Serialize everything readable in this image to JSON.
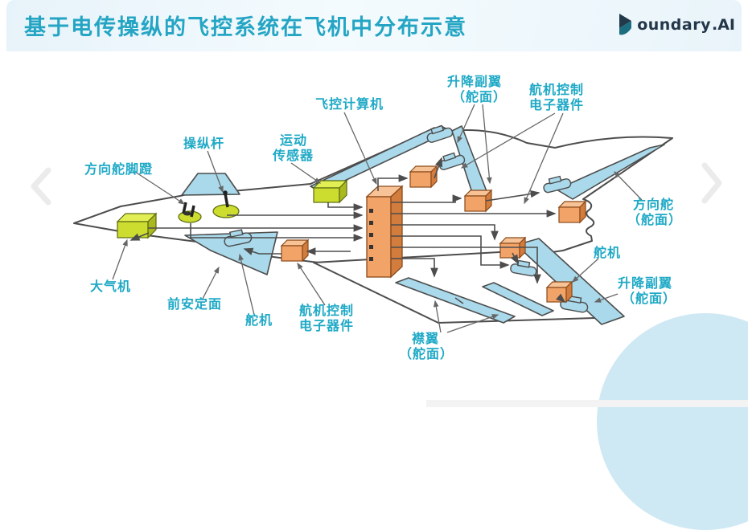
{
  "header": {
    "title": "基于电传操纵的飞控系统在飞机中分布示意",
    "logo": {
      "text": "oundary",
      "suffix": ".AI"
    }
  },
  "carousel": {
    "prev_icon": "chevron-left",
    "next_icon": "chevron-right"
  },
  "diagram": {
    "labels": {
      "pedals": "方向舵脚蹬",
      "stick": "操纵杆",
      "motion_line1": "运动",
      "motion_line2": "传感器",
      "fcc": "飞控计算机",
      "elevon_top_line1": "升降副翼",
      "elevon_top_line2": "（舵面）",
      "ace_top_line1": "航机控制",
      "ace_top_line2": "电子器件",
      "rudder_line1": "方向舵",
      "rudder_line2": "（舵面）",
      "servo_right": "舵机",
      "elevon_right_line1": "升降副翼",
      "elevon_right_line2": "（舵面）",
      "air_data": "大气机",
      "canard": "前安定面",
      "servo_left": "舵机",
      "ace_bottom_line1": "航机控制",
      "ace_bottom_line2": "电子器件",
      "flap_line1": "襟翼",
      "flap_line2": "（舵面）"
    },
    "colors": {
      "label_text": "#1fa9c6",
      "surface_fill": "#a9d9ea",
      "sensor_fill": "#cddd2f",
      "electronics_fill": "#f2a368",
      "outline": "#4d4d4d",
      "title_text": "#25a5c4",
      "decor_circle": "#cfe9f4"
    }
  }
}
